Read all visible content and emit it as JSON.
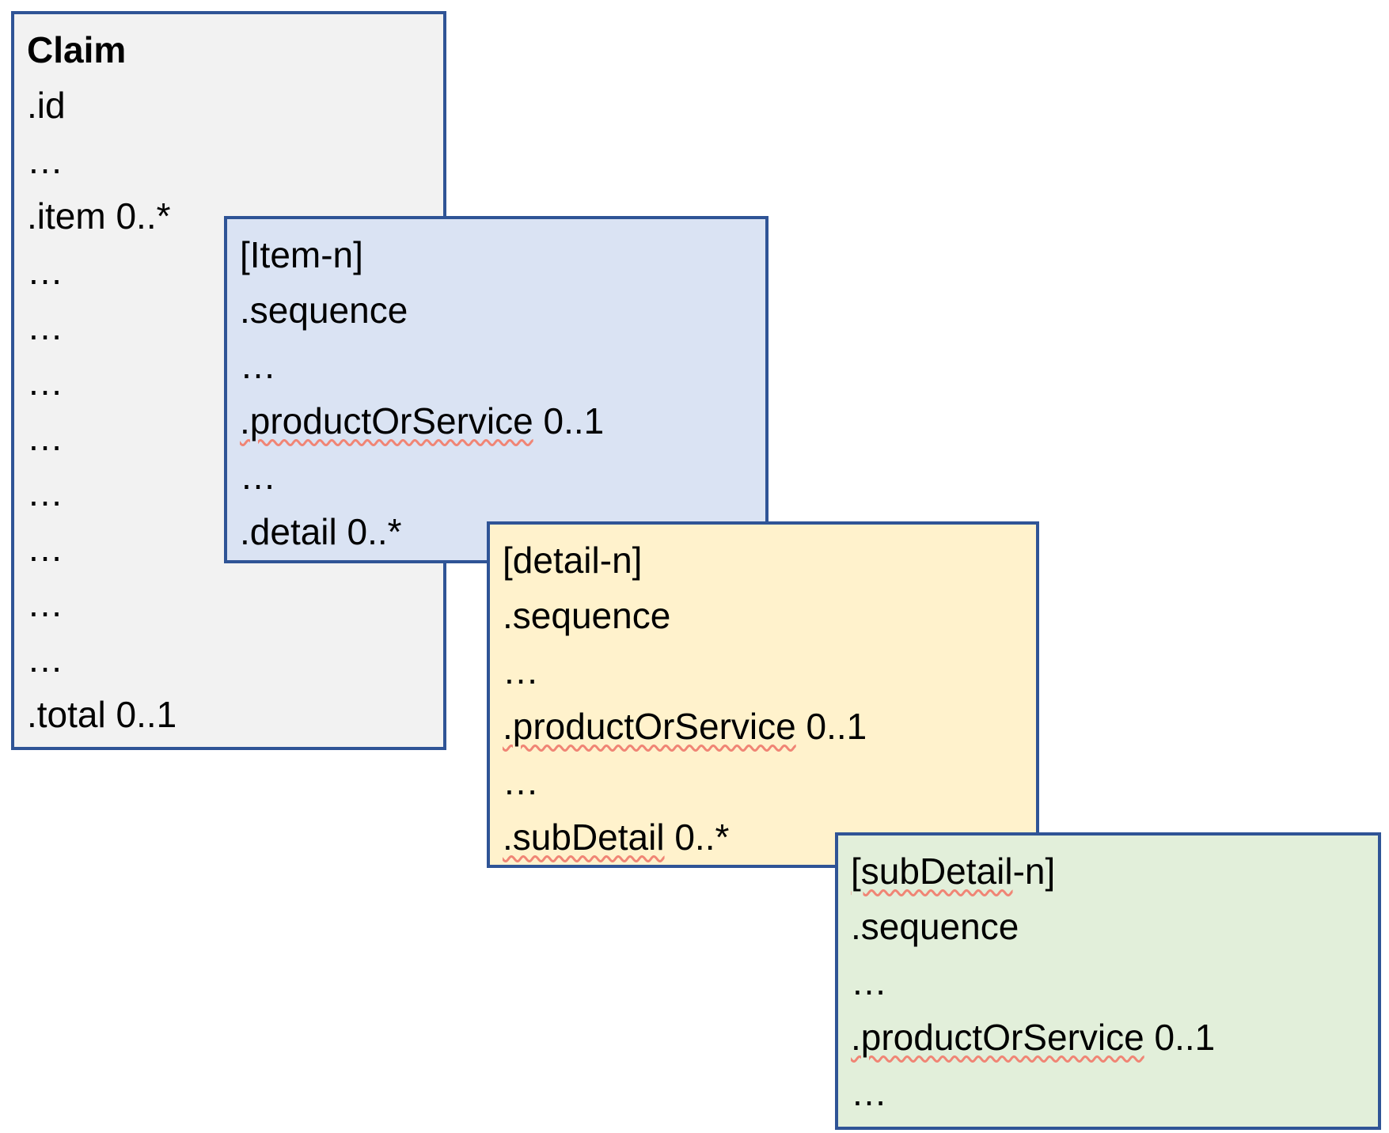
{
  "colors": {
    "border": "#2F5496",
    "squiggle": "#F08575",
    "text": "#000000",
    "background": "#FFFFFF",
    "claim_fill": "#F2F2F2",
    "item_fill": "#DAE3F3",
    "detail_fill": "#FFF2CC",
    "subdetail_fill": "#E2EFDA"
  },
  "boxes": {
    "claim": {
      "title": {
        "mis": "",
        "text": "Claim"
      },
      "fill": "#F2F2F2",
      "fields": [
        {
          "mis": "",
          "text": ".id"
        },
        {
          "mis": "",
          "text": "…"
        },
        {
          "mis": "",
          "text": ".item 0..*"
        },
        {
          "mis": "",
          "text": "…"
        },
        {
          "mis": "",
          "text": "…"
        },
        {
          "mis": "",
          "text": "…"
        },
        {
          "mis": "",
          "text": "…"
        },
        {
          "mis": "",
          "text": "…"
        },
        {
          "mis": "",
          "text": "…"
        },
        {
          "mis": "",
          "text": "…"
        },
        {
          "mis": "",
          "text": "…"
        },
        {
          "mis": "",
          "text": ".total 0..1"
        }
      ]
    },
    "item": {
      "title": {
        "mis": "",
        "text": "[Item-n]"
      },
      "fill": "#DAE3F3",
      "fields": [
        {
          "mis": "",
          "text": ".sequence"
        },
        {
          "mis": "",
          "text": "…"
        },
        {
          "mis": ".productOrService",
          "text": " 0..1"
        },
        {
          "mis": "",
          "text": "…"
        },
        {
          "mis": "",
          "text": ".detail 0..*"
        }
      ]
    },
    "detail": {
      "title": {
        "mis": "",
        "text": "[detail-n]"
      },
      "fill": "#FFF2CC",
      "fields": [
        {
          "mis": "",
          "text": ".sequence"
        },
        {
          "mis": "",
          "text": "…"
        },
        {
          "mis": ".productOrService",
          "text": " 0..1"
        },
        {
          "mis": "",
          "text": "…"
        },
        {
          "mis": ".subDetail",
          "text": " 0..*"
        }
      ]
    },
    "subdetail": {
      "title": {
        "mis": "[subDetail",
        "text": "-n]"
      },
      "fill": "#E2EFDA",
      "fields": [
        {
          "mis": "",
          "text": ".sequence"
        },
        {
          "mis": "",
          "text": "…"
        },
        {
          "mis": ".productOrService",
          "text": " 0..1"
        },
        {
          "mis": "",
          "text": "…"
        }
      ]
    }
  }
}
